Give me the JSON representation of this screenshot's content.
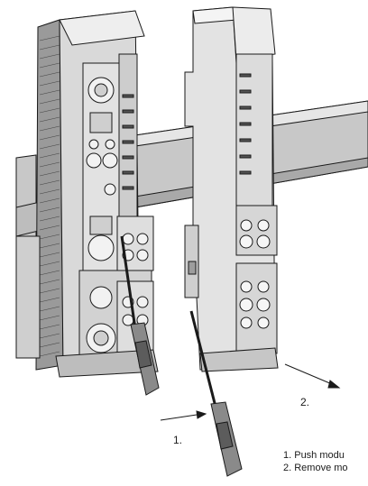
{
  "steps": {
    "step1_label": "1.",
    "step2_label": "2."
  },
  "instructions": [
    "1. Push modu",
    "2. Remove mo"
  ],
  "colors": {
    "line": "#1a1a1a",
    "body_fill": "#d9d9d9",
    "body_dark": "#b8b8b8",
    "rail_fill": "#c8c8c8",
    "white": "#ffffff"
  }
}
